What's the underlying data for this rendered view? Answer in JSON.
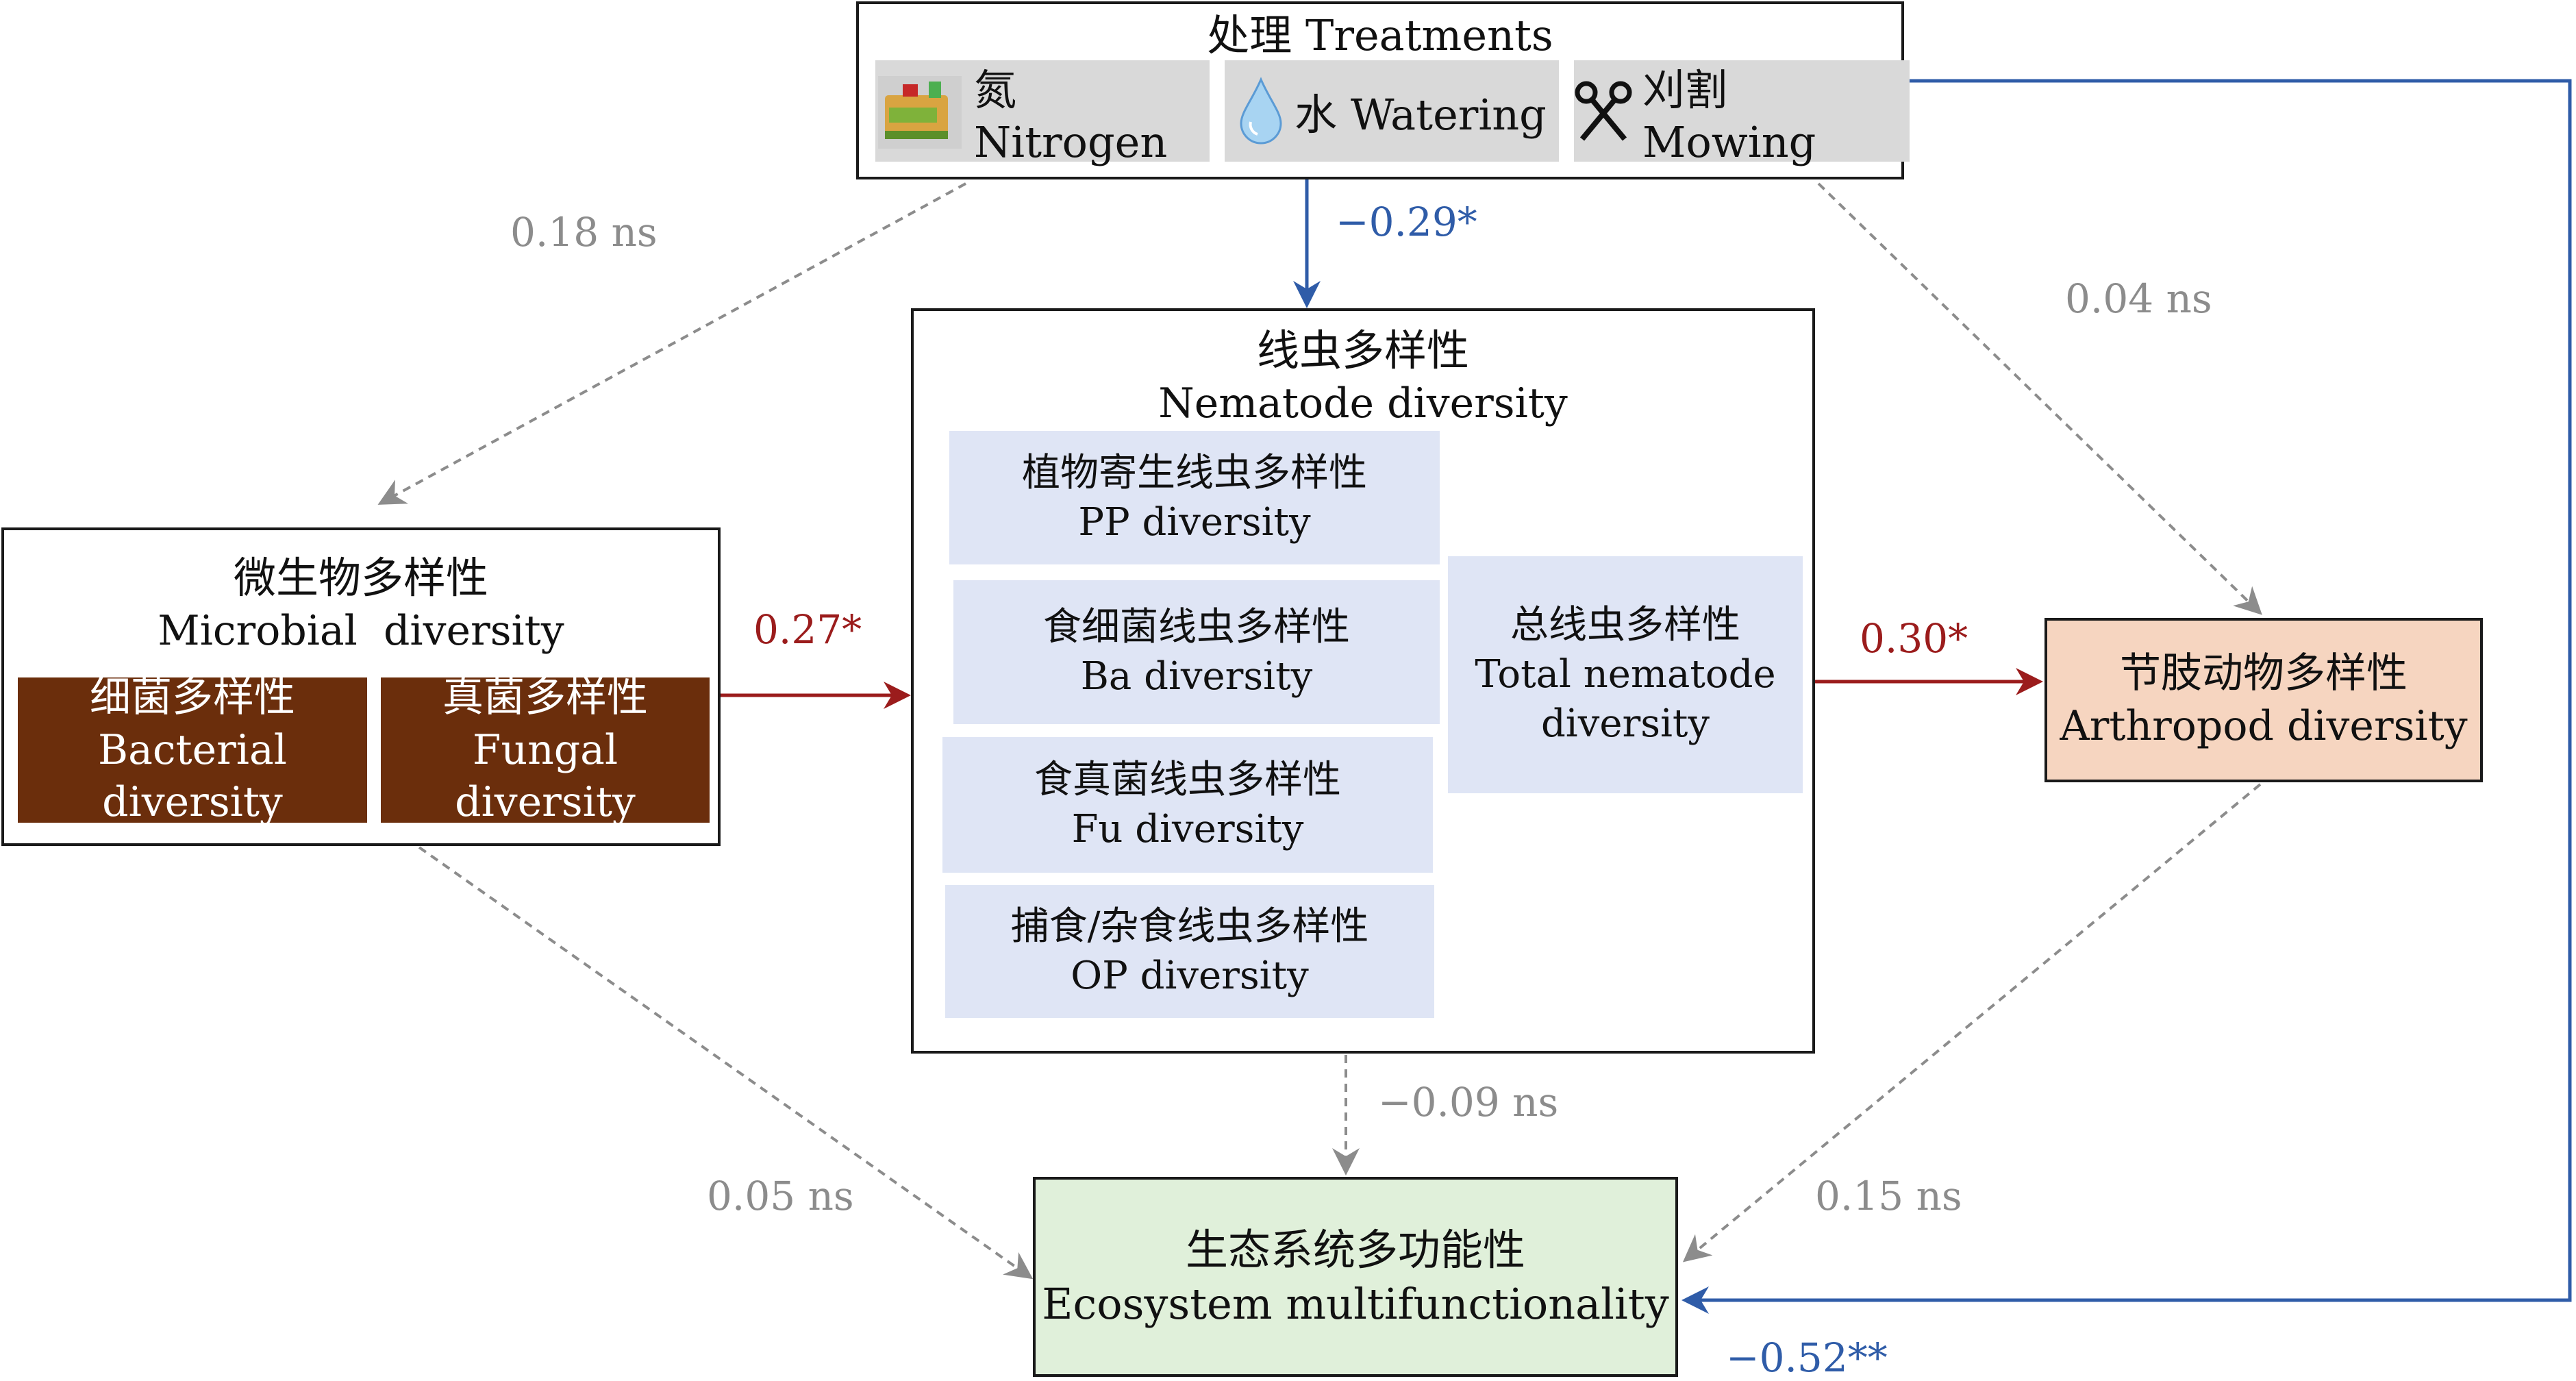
{
  "treatments": {
    "title": "处理 Treatments",
    "items": [
      {
        "name": "nitrogen",
        "label": "氮 Nitrogen",
        "icon": "fertilizer-icon"
      },
      {
        "name": "watering",
        "label": "水 Watering",
        "icon": "water-drop-icon"
      },
      {
        "name": "mowing",
        "label": "刈割 Mowing",
        "icon": "scissors-icon"
      }
    ]
  },
  "nematode": {
    "title_cn": "线虫多样性",
    "title_en": "Nematode diversity",
    "groups": [
      {
        "cn": "植物寄生线虫多样性",
        "en": "PP diversity"
      },
      {
        "cn": "食细菌线虫多样性",
        "en": "Ba diversity"
      },
      {
        "cn": "食真菌线虫多样性",
        "en": "Fu diversity"
      },
      {
        "cn": "捕食/杂食线虫多样性",
        "en": "OP diversity"
      }
    ],
    "total": {
      "cn": "总线虫多样性",
      "en_1": "Total nematode",
      "en_2": "diversity"
    }
  },
  "microbial": {
    "title_cn": "微生物多样性",
    "title_en": "Microbial  diversity",
    "bacterial": {
      "cn": "细菌多样性",
      "en": "Bacterial diversity"
    },
    "fungal": {
      "cn": "真菌多样性",
      "en": "Fungal diversity"
    }
  },
  "arthropod": {
    "cn": "节肢动物多样性",
    "en": "Arthropod diversity"
  },
  "ecosystem": {
    "cn": "生态系统多功能性",
    "en": "Ecosystem multifunctionality"
  },
  "paths": {
    "treat_to_microbial": "0.18 ns",
    "treat_to_nematode": "−0.29*",
    "treat_to_arthropod": "0.04 ns",
    "microbial_to_nematode": "0.27*",
    "nematode_to_arthropod": "0.30*",
    "nematode_to_ecosystem": "−0.09 ns",
    "microbial_to_ecosystem": "0.05 ns",
    "arthropod_to_ecosystem": "0.15 ns",
    "treat_to_ecosystem": "−0.52**"
  },
  "colors": {
    "significant_positive": "#9b1c1c",
    "significant_negative": "#2f5ca8",
    "not_significant": "#8c8c8c",
    "sub_box_blue": "#dfe5f5",
    "sub_box_brown": "#6b2e0c",
    "arthropod_fill": "#f6d5c0",
    "ecosystem_fill": "#e0f0da"
  }
}
